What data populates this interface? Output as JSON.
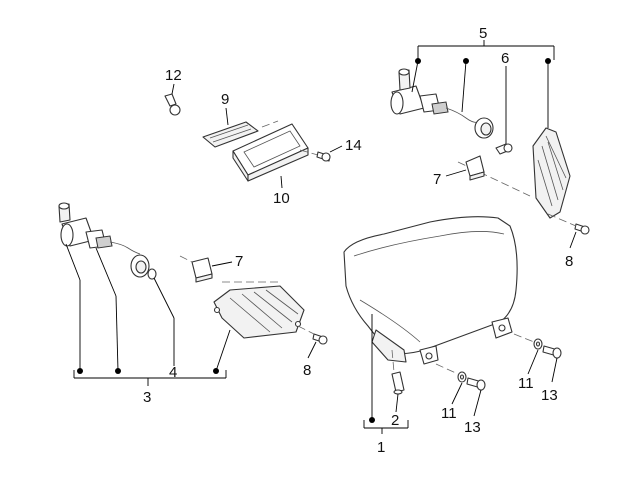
{
  "callouts": {
    "n1": "1",
    "n2": "2",
    "n3": "3",
    "n4": "4",
    "n5": "5",
    "n6": "6",
    "n7a": "7",
    "n7b": "7",
    "n8a": "8",
    "n8b": "8",
    "n9": "9",
    "n10": "10",
    "n11a": "11",
    "n11b": "11",
    "n12": "12",
    "n13a": "13",
    "n13b": "13",
    "n14": "14"
  },
  "colors": {
    "line": "#333333",
    "part_fill": "#f2f2f2",
    "background": "#ffffff"
  }
}
